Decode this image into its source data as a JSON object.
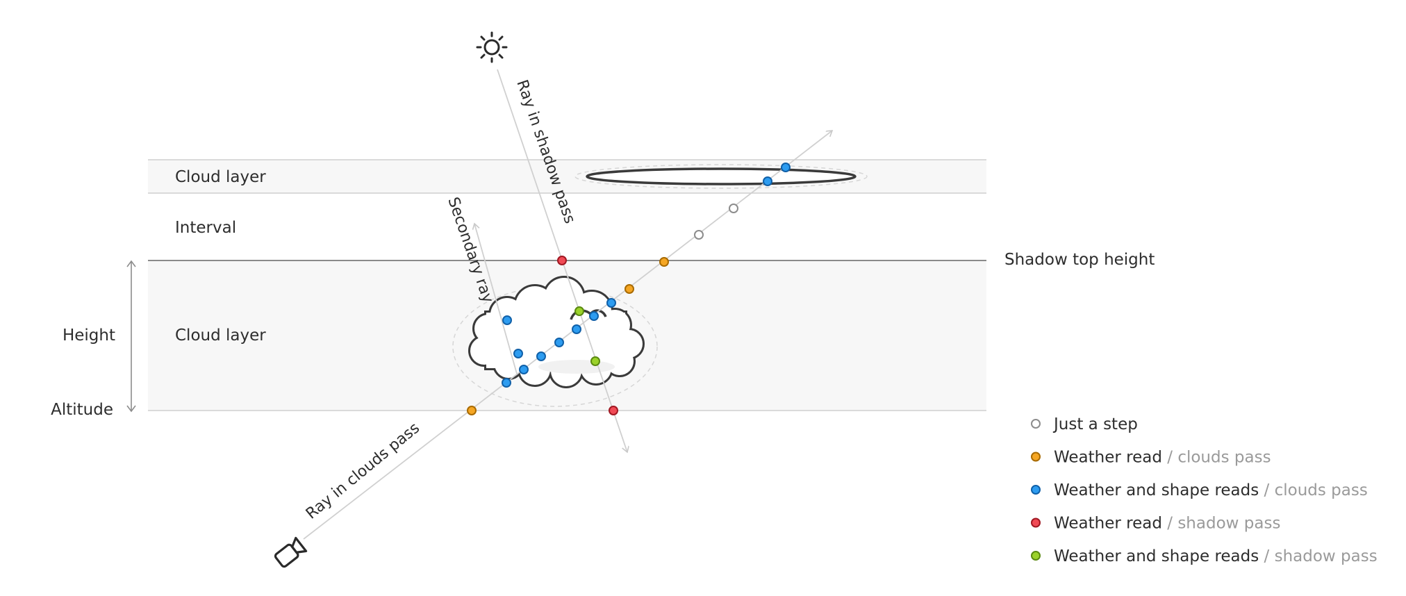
{
  "layers": {
    "upper_cloud_layer": "Cloud layer",
    "interval": "Interval",
    "lower_cloud_layer": "Cloud layer",
    "shadow_top_height": "Shadow top height",
    "height": "Height",
    "altitude": "Altitude"
  },
  "rays": {
    "shadow_pass": "Ray in shadow pass",
    "secondary": "Secondary ray",
    "clouds_pass": "Ray in clouds pass"
  },
  "icons": {
    "sun": "sun-icon",
    "camera": "camera-icon"
  },
  "legend": [
    {
      "main": "Just a step",
      "sub": "",
      "fill": "#ffffff",
      "stroke": "#8c8c8c"
    },
    {
      "main": "Weather read",
      "sub": "/ clouds pass",
      "fill": "#f5a623",
      "stroke": "#a86a00"
    },
    {
      "main": "Weather and shape reads",
      "sub": "/ clouds pass",
      "fill": "#2d9cf0",
      "stroke": "#1060a8"
    },
    {
      "main": "Weather read",
      "sub": "/ shadow pass",
      "fill": "#f04a55",
      "stroke": "#a01822"
    },
    {
      "main": "Weather and shape reads",
      "sub": "/ shadow pass",
      "fill": "#9bd22a",
      "stroke": "#5a8a10"
    }
  ]
}
